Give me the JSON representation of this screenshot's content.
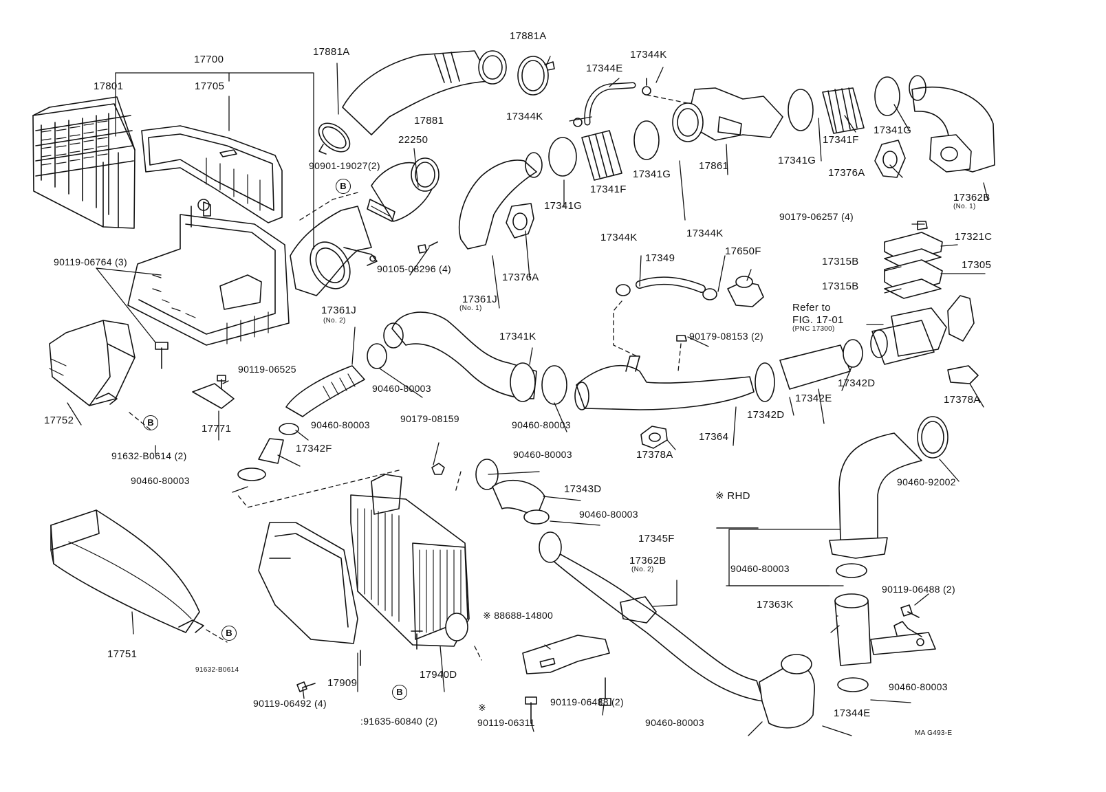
{
  "diagram_code": "MA G493-E",
  "markers": {
    "b": "B",
    "rhd": "※ RHD",
    "star": "※"
  },
  "labels": {
    "p17700": "17700",
    "p17801": "17801",
    "p17705": "17705",
    "p17881A_l": "17881A",
    "p17881A_r": "17881A",
    "p17881": "17881",
    "p22250": "22250",
    "p90901": "90901-19027(2)",
    "p90119_06764": "90119-06764 (3)",
    "p90105": "90105-08296 (4)",
    "p17344E_t": "17344E",
    "p17344K_t": "17344K",
    "p17344K_l": "17344K",
    "p17341G_1": "17341G",
    "p17341F_1": "17341F",
    "p17341G_2": "17341G",
    "p17861": "17861",
    "p17341G_3": "17341G",
    "p17341F_2": "17341F",
    "p17341G_4": "17341G",
    "p17376A_r": "17376A",
    "p17362B_1": "17362B",
    "p17362B_1n": "(No. 1)",
    "p90179_06257": "90179-06257 (4)",
    "p17376A_m": "17376A",
    "p17361J_1": "17361J",
    "p17361J_1n": "(No. 1)",
    "p17344K_m1": "17344K",
    "p17349": "17349",
    "p17344K_m2": "17344K",
    "p17650F": "17650F",
    "p17321C": "17321C",
    "p17315B_1": "17315B",
    "p17305": "17305",
    "p17315B_2": "17315B",
    "p17361J_2": "17361J",
    "p17361J_2n": "(No. 2)",
    "p17341K": "17341K",
    "p90179_08153": "90179-08153 (2)",
    "p_refer": "Refer to",
    "p_fig": "FIG. 17-01",
    "p_pnc": "(PNC 17300)",
    "p90119_06525": "90119-06525",
    "p90460_a": "90460-80003",
    "p17752": "17752",
    "p17771": "17771",
    "p90460_b": "90460-80003",
    "p90460_c": "90460-80003",
    "p17342F": "17342F",
    "p17364": "17364",
    "p17378A_m": "17378A",
    "p17342D_l": "17342D",
    "p17342E": "17342E",
    "p17342D_r": "17342D",
    "p17378A_r": "17378A",
    "p91632_1": "91632-B0614 (2)",
    "p90460_d": "90460-80003",
    "p90179_08159": "90179-08159",
    "p90460_e": "90460-80003",
    "p17343D": "17343D",
    "p90460_f": "90460-80003",
    "p90460_92002": "90460-92002",
    "p17345F": "17345F",
    "p17362B_2": "17362B",
    "p17362B_2n": "(No. 2)",
    "p90460_g": "90460-80003",
    "p90119_06488_r": "90119-06488 (2)",
    "p17363K": "17363K",
    "p88688": "※ 88688-14800",
    "p17751": "17751",
    "p91632_2": "91632-B0614",
    "p17909": "17909",
    "p17940D": "17940D",
    "p90119_06492": "90119-06492 (4)",
    "p91635": ":91635-60840 (2)",
    "p90119_06488_m": "90119-06488 (2)",
    "p90119_06311": "90119-06311",
    "p90460_h": "90460-80003",
    "p90460_i": "90460-80003",
    "p17344E_b": "17344E"
  }
}
